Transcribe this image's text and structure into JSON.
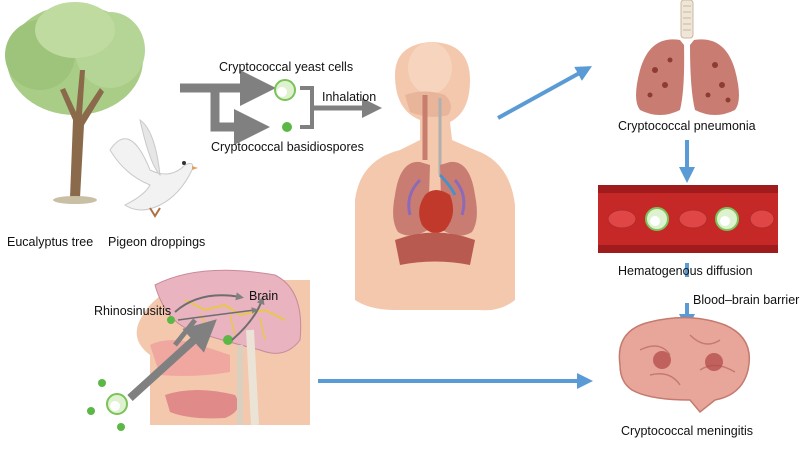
{
  "labels": {
    "eucalyptus": "Eucalyptus tree",
    "pigeon": "Pigeon droppings",
    "yeast": "Cryptococcal yeast cells",
    "basidiospores": "Cryptococcal basidiospores",
    "inhalation": "Inhalation",
    "pneumonia": "Cryptococcal pneumonia",
    "hematogenous": "Hematogenous diffusion",
    "bbb": "Blood–brain barrier",
    "rhinosinusitis": "Rhinosinusitis",
    "brain": "Brain",
    "meningitis": "Cryptococcal meningitis"
  },
  "colors": {
    "blue_arrow": "#5b9bd5",
    "gray_arrow": "#808080",
    "spore_green": "#6cc04a",
    "skin": "#f3c8ad",
    "lung": "#c97d72",
    "blood_vessel": "#a01c1c",
    "rbc": "#e04646",
    "brain": "#e8a69a"
  }
}
